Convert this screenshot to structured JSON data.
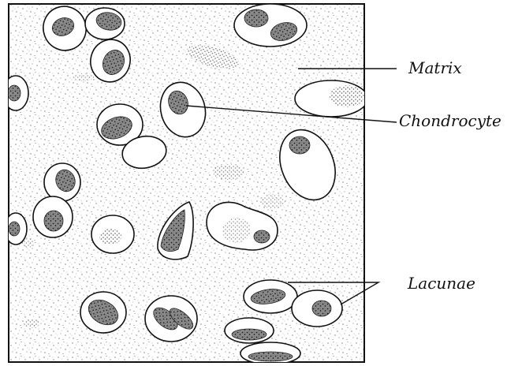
{
  "labels": {
    "matrix": "Matrix",
    "chondrocyte": "Chondrocyte",
    "lacunae": "Lacunae"
  },
  "colors": {
    "ink": "#111111",
    "background": "#ffffff"
  }
}
